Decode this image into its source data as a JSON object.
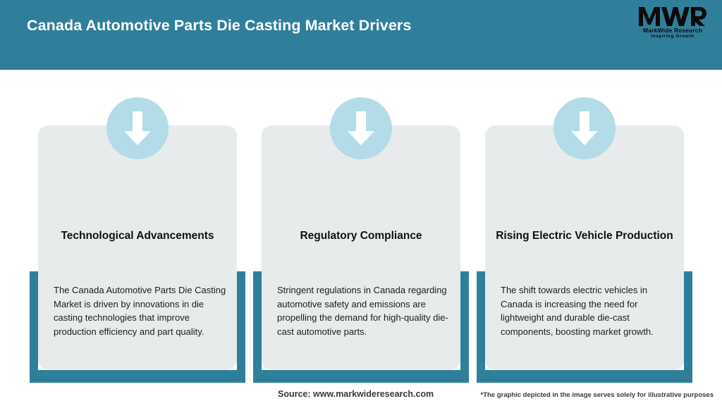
{
  "header": {
    "title": "Canada Automotive Parts Die Casting Market Drivers",
    "background_color": "#2F7F9B",
    "title_color": "#FFFFFF"
  },
  "logo": {
    "mark": "MWR",
    "company": "MarkWide Research",
    "tagline": "Inspiring Growth"
  },
  "theme": {
    "accent_teal": "#2F7F9B",
    "badge_blue": "#B4DBE8",
    "panel_gray": "#E8EBEC",
    "page_background": "#FFFFFF"
  },
  "cards": [
    {
      "icon": "down-arrow-icon",
      "title": "Technological Advancements",
      "body": "The Canada Automotive Parts Die Casting Market is driven by innovations in die casting technologies that improve production efficiency and part quality."
    },
    {
      "icon": "down-arrow-icon",
      "title": "Regulatory Compliance",
      "body": "Stringent regulations in Canada regarding automotive safety and emissions are propelling the demand for high-quality die-cast automotive parts."
    },
    {
      "icon": "down-arrow-icon",
      "title": "Rising Electric Vehicle Production",
      "body": "The shift towards electric vehicles in Canada is increasing the need for lightweight and durable die-cast components, boosting market growth."
    }
  ],
  "footer": {
    "source": "Source: www.markwideresearch.com",
    "disclaimer": "*The graphic depicted in the image serves solely for illustrative purposes"
  }
}
